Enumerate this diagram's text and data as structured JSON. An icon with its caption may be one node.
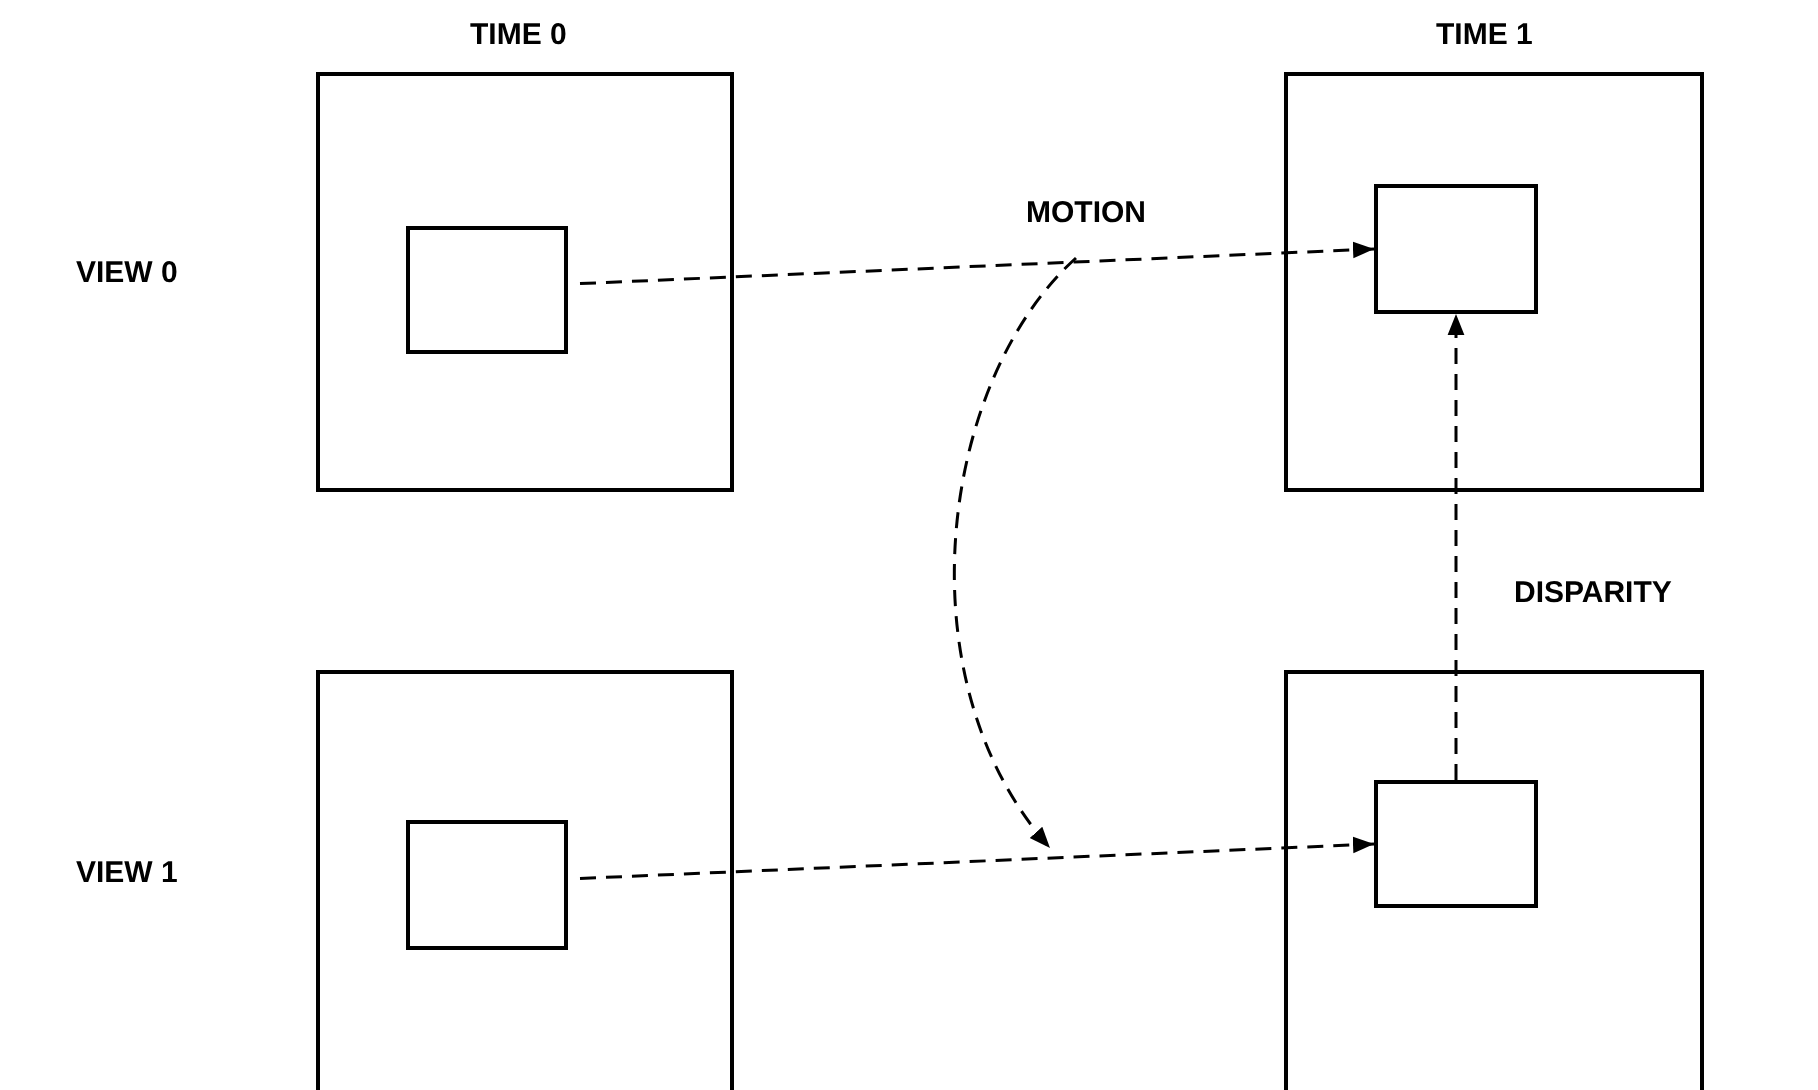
{
  "diagram": {
    "nodes": [
      {
        "text": [],
        "shape": "box"
      },
      {
        "text": [],
        "shape": "box",
        "in": 0
      },
      {
        "text": [],
        "shape": "box"
      },
      {
        "text": [],
        "shape": "box",
        "in": 2
      },
      {
        "text": [],
        "shape": "box"
      },
      {
        "text": [],
        "shape": "box",
        "in": 4
      },
      {
        "text": [],
        "shape": "box"
      },
      {
        "text": [],
        "shape": "box",
        "in": 6
      }
    ],
    "edges": [
      {
        "from": 1,
        "to": 3,
        "arrow": "to",
        "style": "dashed"
      },
      {
        "from": 5,
        "to": 7,
        "arrow": "to",
        "style": "dashed"
      },
      {
        "from": 7,
        "to": 3,
        "arrow": "to",
        "style": "dashed"
      }
    ],
    "labels": [
      "TIME 0",
      "TIME 1",
      "VIEW 0",
      "MOTION",
      "DISPARITY",
      "VIEW 1"
    ]
  }
}
